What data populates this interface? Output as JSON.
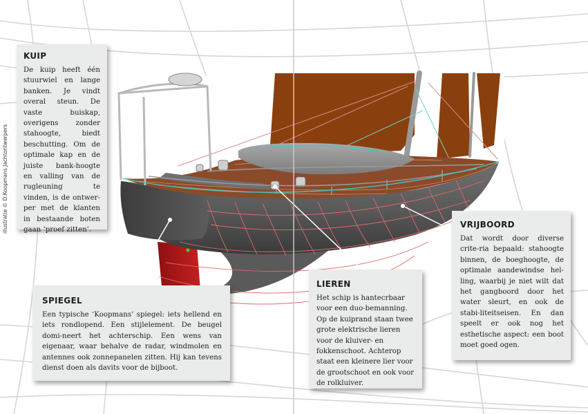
{
  "credit": "illustratie © D.Koopmans Jachtontwerpers",
  "boxes": {
    "kuip": {
      "title": "KUIP",
      "body": "De kuip heeft één stuurwiel en lange banken. Je vindt overal steun. De vaste buiskap, overigens zonder stahoogte, biedt beschutting. Om de optimale kap en de juiste bank-hoogte en valling van de rugleuning te vinden, is de ontwer-per met de klanten in bestaande boten gaan ‘proef zitten’."
    },
    "spiegel": {
      "title": "SPIEGEL",
      "body": "Een typische ‘Koopmans’ spiegel: iets hellend en iets rondlopend. Een stijlelement. De beugel domi-neert het achterschip. Een wens van eigenaar, waar behalve de radar, windmolen en antennes ook zonnepanelen zitten. Hij kan tevens dienst doen als davits voor de bijboot."
    },
    "lieren": {
      "title": "LIEREN",
      "body": "Het schip is hantecrbaar voor een duo-bemanning. Op de kuiprand staan twee grote elektrische lieren voor de kluiver- en fokkenschoot. Achterop staat een kleinere lier voor de grootschoot en ook voor de rolkluiver."
    },
    "vrijboord": {
      "title": "VRIJBOORD",
      "body": "Dat wordt door diverse crite-ria bepaald: stahoogte binnen, de boeghoogte, de optimale aandewindse hel-ling, waarbij je niet wilt dat het gangboord door het water sleurt, en ook de stabi-liteitseisen. En dan speelt er ook nog het esthetische aspect: een boot moet goed ogen."
    }
  },
  "colors": {
    "panel": "#eaeceb",
    "hull": "#5e5e5e",
    "sail": "#8a3f0e",
    "rudder": "#b21a1a",
    "deck_wood": "#8b4a2a",
    "lines_red": "#e06a6a",
    "lines_cyan": "#3fc6c6"
  }
}
